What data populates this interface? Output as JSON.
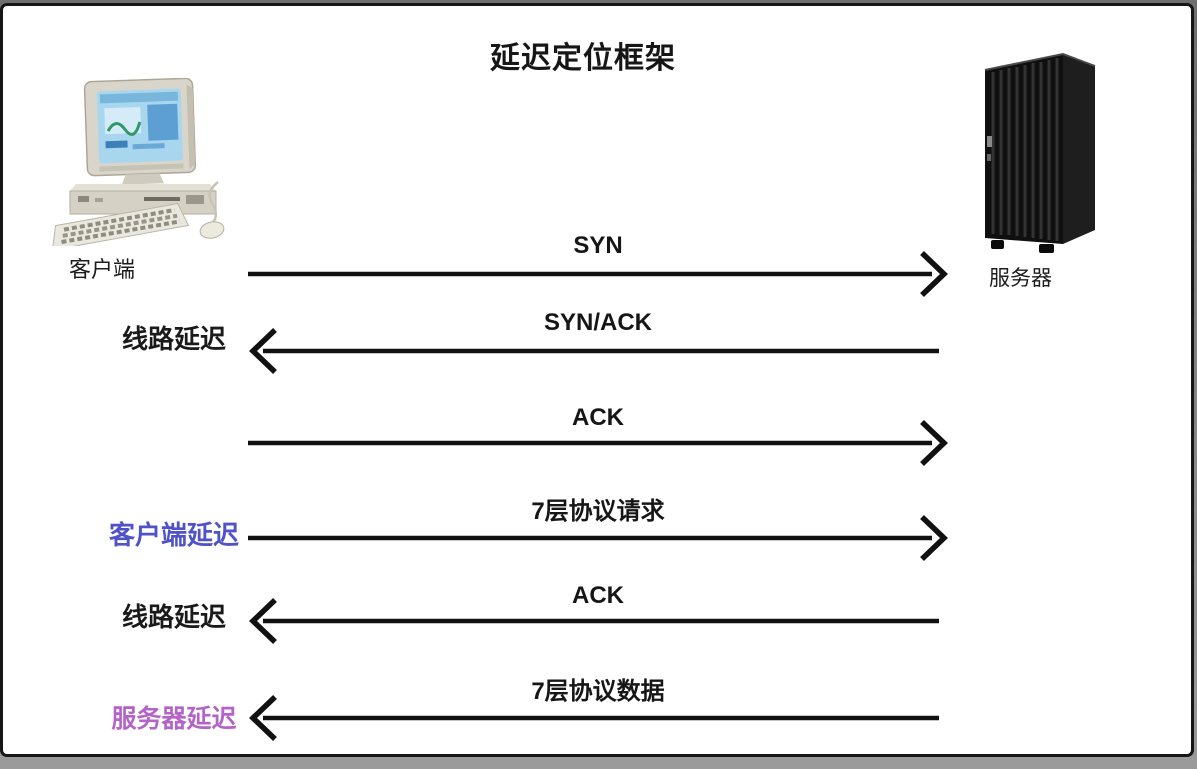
{
  "title": "延迟定位框架",
  "nodes": {
    "client": {
      "label": "客户端",
      "icon": "desktop-computer-icon"
    },
    "server": {
      "label": "服务器",
      "icon": "server-tower-icon"
    }
  },
  "messages": [
    {
      "label": "SYN",
      "direction": "right",
      "side_label": "",
      "side_label_color": ""
    },
    {
      "label": "SYN/ACK",
      "direction": "left",
      "side_label": "线路延迟",
      "side_label_color": "#1a1a1a"
    },
    {
      "label": "ACK",
      "direction": "right",
      "side_label": "",
      "side_label_color": ""
    },
    {
      "label": "7层协议请求",
      "direction": "right",
      "side_label": "客户端延迟",
      "side_label_color": "#5053c8"
    },
    {
      "label": "ACK",
      "direction": "left",
      "side_label": "线路延迟",
      "side_label_color": "#1a1a1a"
    },
    {
      "label": "7层协议数据",
      "direction": "left",
      "side_label": "服务器延迟",
      "side_label_color": "#b464c8"
    }
  ],
  "colors": {
    "text": "#161616",
    "arrow": "#111111",
    "client_latency_label": "#5053c8",
    "server_latency_label": "#b464c8",
    "line_latency_label": "#1a1a1a",
    "background": "#ffffff",
    "frame_gray": "#8a8a8a"
  }
}
